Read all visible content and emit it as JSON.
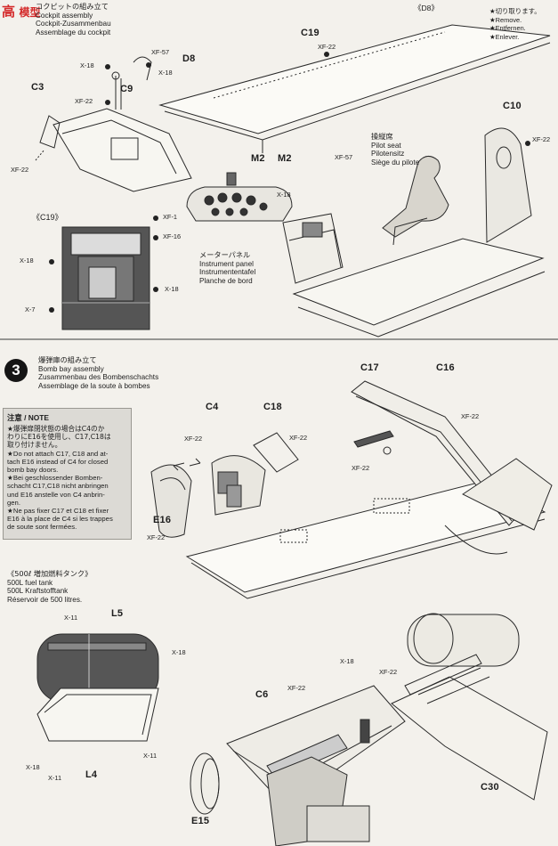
{
  "watermark": {
    "glyph": "高",
    "text": "模型"
  },
  "step_cockpit": {
    "title_jp": "コクピットの組み立て",
    "title_en": "Cockpit assembly",
    "title_de": "Cockpit-Zusammenbau",
    "title_fr": "Assemblage du cockpit"
  },
  "legend_remove": {
    "tag": "《D8》",
    "jp": "★切り取ります。",
    "en": "★Remove.",
    "de": "★Entfernen.",
    "fr": "★Enlever."
  },
  "parts_cockpit": {
    "C19": "C19",
    "D8": "D8",
    "C3": "C3",
    "C9": "C9",
    "C10": "C10",
    "M2a": "M2",
    "M2b": "M2",
    "C19_tag": "《C19》"
  },
  "callouts_cockpit": {
    "xf57a": "XF-57",
    "xf22a": "XF-22",
    "x18a": "X-18",
    "x18b": "X-18",
    "xf22b": "XF-22",
    "xf22c": "XF-22",
    "xf22d": "XF-22",
    "x18c": "X-18",
    "xf57b": "XF-57",
    "xf1": "XF-1",
    "xf16": "XF-16",
    "x18d": "X-18",
    "x18e": "X-18",
    "x7": "X-7"
  },
  "pilot_seat": {
    "jp": "操縦席",
    "en": "Pilot seat",
    "de": "Pilotensitz",
    "fr": "Siège du pilote"
  },
  "instrument_panel": {
    "jp": "メーターパネル",
    "en": "Instrument panel",
    "de": "Instrumententafel",
    "fr": "Planche de bord"
  },
  "step3": {
    "number": "3",
    "title_jp": "爆弾庫の組み立て",
    "title_en": "Bomb bay assembly",
    "title_de": "Zusammenbau des Bombenschachts",
    "title_fr": "Assemblage de la soute à bombes"
  },
  "parts_bay": {
    "C17": "C17",
    "C16": "C16",
    "C4": "C4",
    "C18": "C18",
    "E16": "E16"
  },
  "callouts_bay": {
    "xf22a": "XF-22",
    "xf22b": "XF-22",
    "xf22c": "XF-22",
    "xf22d": "XF-22",
    "xf22e": "XF-22"
  },
  "note": {
    "title": "注意 / NOTE",
    "lines": [
      "★爆弾扉閉状態の場合はC4のか",
      "わりにE16を使用し、C17,C18は",
      "取り付けません。",
      "★Do not attach C17, C18 and at-",
      "tach E16 instead of C4 for closed",
      "bomb bay doors.",
      "★Bei geschlossender Bomben-",
      "schacht C17,C18 nicht anbringen",
      "und E16 anstelle von C4 anbrin-",
      "gen.",
      "★Ne pas fixer C17 et C18 et fixer",
      "E16 à la place de C4 si les trappes",
      "de soute sont fermées."
    ]
  },
  "fuel_tank": {
    "jp": "《500ℓ 増加燃料タンク》",
    "en": "500L fuel tank",
    "de": "500L Kraftstofftank",
    "fr": "Réservoir de 500 litres."
  },
  "parts_tank": {
    "L5": "L5",
    "L4": "L4",
    "C6": "C6",
    "E15": "E15",
    "C30": "C30"
  },
  "callouts_tank": {
    "x11a": "X-11",
    "x18a": "X-18",
    "x18b": "X-18",
    "x11b": "X-11",
    "x11c": "X-11",
    "x18c": "X-18",
    "xf22a": "XF-22",
    "xf22b": "XF-22"
  }
}
